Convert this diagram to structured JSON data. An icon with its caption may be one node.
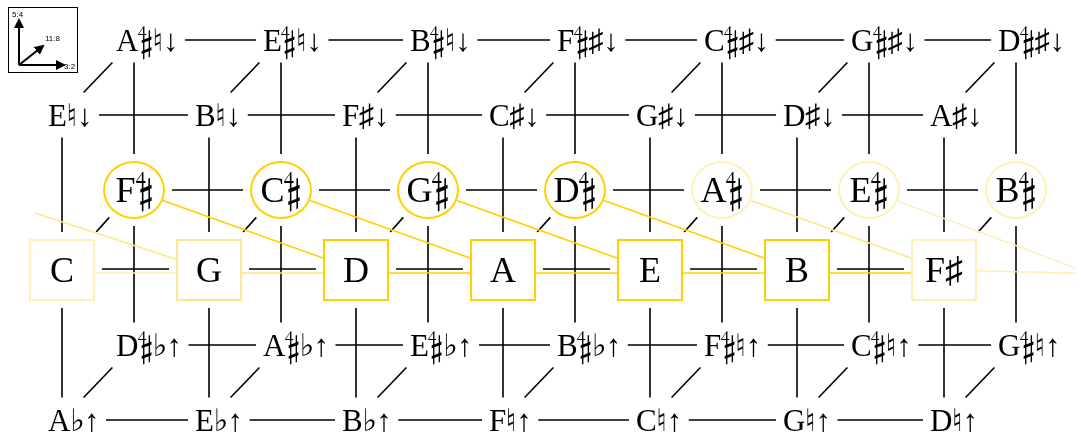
{
  "diagram": {
    "nodes": [
      {
        "text": [
          "A𝄲♮↓"
        ]
      },
      {
        "text": [
          "E𝄲♮↓"
        ]
      },
      {
        "text": [
          "B𝄲♮↓"
        ]
      },
      {
        "text": [
          "F𝄲♯↓"
        ]
      },
      {
        "text": [
          "C𝄲♯↓"
        ]
      },
      {
        "text": [
          "G𝄲♯↓"
        ]
      },
      {
        "text": [
          "D𝄲♯↓"
        ]
      },
      {
        "text": [
          "E♮↓"
        ]
      },
      {
        "text": [
          "B♮↓"
        ]
      },
      {
        "text": [
          "F♯↓"
        ]
      },
      {
        "text": [
          "C♯↓"
        ]
      },
      {
        "text": [
          "G♯↓"
        ]
      },
      {
        "text": [
          "D♯↓"
        ]
      },
      {
        "text": [
          "A♯↓"
        ]
      },
      {
        "text": [
          "F𝄲"
        ]
      },
      {
        "text": [
          "C𝄲"
        ]
      },
      {
        "text": [
          "G𝄲"
        ]
      },
      {
        "text": [
          "D𝄲"
        ]
      },
      {
        "text": [
          "A𝄲"
        ]
      },
      {
        "text": [
          "E𝄲"
        ]
      },
      {
        "text": [
          "B𝄲"
        ]
      },
      {
        "text": [
          "C"
        ]
      },
      {
        "text": [
          "G"
        ]
      },
      {
        "text": [
          "D"
        ]
      },
      {
        "text": [
          "A"
        ]
      },
      {
        "text": [
          "E"
        ]
      },
      {
        "text": [
          "B"
        ]
      },
      {
        "text": [
          "F♯"
        ]
      },
      {
        "text": [
          "D𝄲♭↑"
        ]
      },
      {
        "text": [
          "A𝄲♭↑"
        ]
      },
      {
        "text": [
          "E𝄲♭↑"
        ]
      },
      {
        "text": [
          "B𝄲♭↑"
        ]
      },
      {
        "text": [
          "F𝄲♮↑"
        ]
      },
      {
        "text": [
          "C𝄲♮↑"
        ]
      },
      {
        "text": [
          "G𝄲♮↑"
        ]
      },
      {
        "text": [
          "A♭↑"
        ]
      },
      {
        "text": [
          "E♭↑"
        ]
      },
      {
        "text": [
          "B♭↑"
        ]
      },
      {
        "text": [
          "F♮↑"
        ]
      },
      {
        "text": [
          "C♮↑"
        ]
      },
      {
        "text": [
          "G♮↑"
        ]
      },
      {
        "text": [
          "D♮↑"
        ]
      }
    ],
    "edges": [
      {
        "from": 0,
        "to": 1,
        "arrow": "none"
      },
      {
        "from": 1,
        "to": 2,
        "arrow": "none"
      },
      {
        "from": 2,
        "to": 3,
        "arrow": "none"
      },
      {
        "from": 3,
        "to": 4,
        "arrow": "none"
      },
      {
        "from": 4,
        "to": 5,
        "arrow": "none"
      },
      {
        "from": 5,
        "to": 6,
        "arrow": "none"
      },
      {
        "from": 7,
        "to": 8,
        "arrow": "none"
      },
      {
        "from": 8,
        "to": 9,
        "arrow": "none"
      },
      {
        "from": 9,
        "to": 10,
        "arrow": "none"
      },
      {
        "from": 10,
        "to": 11,
        "arrow": "none"
      },
      {
        "from": 11,
        "to": 12,
        "arrow": "none"
      },
      {
        "from": 12,
        "to": 13,
        "arrow": "none"
      },
      {
        "from": 14,
        "to": 15,
        "arrow": "none"
      },
      {
        "from": 15,
        "to": 16,
        "arrow": "none"
      },
      {
        "from": 16,
        "to": 17,
        "arrow": "none"
      },
      {
        "from": 17,
        "to": 18,
        "arrow": "none"
      },
      {
        "from": 18,
        "to": 19,
        "arrow": "none"
      },
      {
        "from": 19,
        "to": 20,
        "arrow": "none"
      },
      {
        "from": 21,
        "to": 22,
        "arrow": "none"
      },
      {
        "from": 22,
        "to": 23,
        "arrow": "none"
      },
      {
        "from": 23,
        "to": 24,
        "arrow": "none"
      },
      {
        "from": 24,
        "to": 25,
        "arrow": "none"
      },
      {
        "from": 25,
        "to": 26,
        "arrow": "none"
      },
      {
        "from": 26,
        "to": 27,
        "arrow": "none"
      },
      {
        "from": 28,
        "to": 29,
        "arrow": "none"
      },
      {
        "from": 29,
        "to": 30,
        "arrow": "none"
      },
      {
        "from": 30,
        "to": 31,
        "arrow": "none"
      },
      {
        "from": 31,
        "to": 32,
        "arrow": "none"
      },
      {
        "from": 32,
        "to": 33,
        "arrow": "none"
      },
      {
        "from": 33,
        "to": 34,
        "arrow": "none"
      },
      {
        "from": 35,
        "to": 36,
        "arrow": "none"
      },
      {
        "from": 36,
        "to": 37,
        "arrow": "none"
      },
      {
        "from": 37,
        "to": 38,
        "arrow": "none"
      },
      {
        "from": 38,
        "to": 39,
        "arrow": "none"
      },
      {
        "from": 39,
        "to": 40,
        "arrow": "none"
      },
      {
        "from": 40,
        "to": 41,
        "arrow": "none"
      },
      {
        "from": 0,
        "to": 14,
        "arrow": "none"
      },
      {
        "from": 1,
        "to": 15,
        "arrow": "none"
      },
      {
        "from": 2,
        "to": 16,
        "arrow": "none"
      },
      {
        "from": 3,
        "to": 17,
        "arrow": "none"
      },
      {
        "from": 4,
        "to": 18,
        "arrow": "none"
      },
      {
        "from": 5,
        "to": 19,
        "arrow": "none"
      },
      {
        "from": 6,
        "to": 20,
        "arrow": "none"
      },
      {
        "from": 14,
        "to": 28,
        "arrow": "none"
      },
      {
        "from": 15,
        "to": 29,
        "arrow": "none"
      },
      {
        "from": 16,
        "to": 30,
        "arrow": "none"
      },
      {
        "from": 17,
        "to": 31,
        "arrow": "none"
      },
      {
        "from": 18,
        "to": 32,
        "arrow": "none"
      },
      {
        "from": 19,
        "to": 33,
        "arrow": "none"
      },
      {
        "from": 20,
        "to": 34,
        "arrow": "none"
      },
      {
        "from": 7,
        "to": 21,
        "arrow": "none"
      },
      {
        "from": 8,
        "to": 22,
        "arrow": "none"
      },
      {
        "from": 9,
        "to": 23,
        "arrow": "none"
      },
      {
        "from": 10,
        "to": 24,
        "arrow": "none"
      },
      {
        "from": 11,
        "to": 25,
        "arrow": "none"
      },
      {
        "from": 12,
        "to": 26,
        "arrow": "none"
      },
      {
        "from": 13,
        "to": 27,
        "arrow": "none"
      },
      {
        "from": 21,
        "to": 35,
        "arrow": "none"
      },
      {
        "from": 22,
        "to": 36,
        "arrow": "none"
      },
      {
        "from": 23,
        "to": 37,
        "arrow": "none"
      },
      {
        "from": 24,
        "to": 38,
        "arrow": "none"
      },
      {
        "from": 25,
        "to": 39,
        "arrow": "none"
      },
      {
        "from": 26,
        "to": 40,
        "arrow": "none"
      },
      {
        "from": 27,
        "to": 41,
        "arrow": "none"
      },
      {
        "from": 7,
        "to": 0,
        "arrow": "none"
      },
      {
        "from": 8,
        "to": 1,
        "arrow": "none"
      },
      {
        "from": 9,
        "to": 2,
        "arrow": "none"
      },
      {
        "from": 10,
        "to": 3,
        "arrow": "none"
      },
      {
        "from": 11,
        "to": 4,
        "arrow": "none"
      },
      {
        "from": 12,
        "to": 5,
        "arrow": "none"
      },
      {
        "from": 13,
        "to": 6,
        "arrow": "none"
      },
      {
        "from": 21,
        "to": 14,
        "arrow": "none"
      },
      {
        "from": 22,
        "to": 15,
        "arrow": "none"
      },
      {
        "from": 23,
        "to": 16,
        "arrow": "none"
      },
      {
        "from": 24,
        "to": 17,
        "arrow": "none"
      },
      {
        "from": 25,
        "to": 18,
        "arrow": "none"
      },
      {
        "from": 26,
        "to": 19,
        "arrow": "none"
      },
      {
        "from": 27,
        "to": 20,
        "arrow": "none"
      },
      {
        "from": 35,
        "to": 28,
        "arrow": "none"
      },
      {
        "from": 36,
        "to": 29,
        "arrow": "none"
      },
      {
        "from": 37,
        "to": 30,
        "arrow": "none"
      },
      {
        "from": 38,
        "to": 31,
        "arrow": "none"
      },
      {
        "from": 39,
        "to": 32,
        "arrow": "none"
      },
      {
        "from": 40,
        "to": 33,
        "arrow": "none"
      },
      {
        "from": 41,
        "to": 34,
        "arrow": "none"
      },
      {
        "from": 14,
        "to": 23,
        "arrow": "none",
        "color": "#ffd000"
      },
      {
        "from": 15,
        "to": 24,
        "arrow": "none",
        "color": "#ffd000"
      },
      {
        "from": 16,
        "to": 25,
        "arrow": "none",
        "color": "#ffd000"
      },
      {
        "from": 17,
        "to": 26,
        "arrow": "none",
        "color": "#ffd000"
      },
      {
        "from": 18,
        "to": 27,
        "arrow": "none",
        "color": "#ffe78a"
      },
      {
        "from": 19,
        "to": null,
        "arrow": "none",
        "color": "#fff0bd"
      },
      {
        "from": null,
        "to": 22,
        "arrow": "none",
        "color": "#ffe78a"
      },
      {
        "from": 21,
        "to": 22,
        "arrow": "none",
        "color": "#fff0b0"
      },
      {
        "from": 22,
        "to": 23,
        "arrow": "none",
        "color": "#ffe27a"
      },
      {
        "from": 23,
        "to": 24,
        "arrow": "none",
        "color": "#ffd000"
      },
      {
        "from": 24,
        "to": 25,
        "arrow": "none",
        "color": "#ffd000"
      },
      {
        "from": 25,
        "to": 26,
        "arrow": "none",
        "color": "#ffd000"
      },
      {
        "from": 26,
        "to": 27,
        "arrow": "none",
        "color": "#ffd000"
      },
      {
        "from": 27,
        "to": null,
        "arrow": "none",
        "color": "#fff0b0"
      }
    ],
    "labels": [
      "5:4",
      "11:8",
      "3:2"
    ]
  }
}
